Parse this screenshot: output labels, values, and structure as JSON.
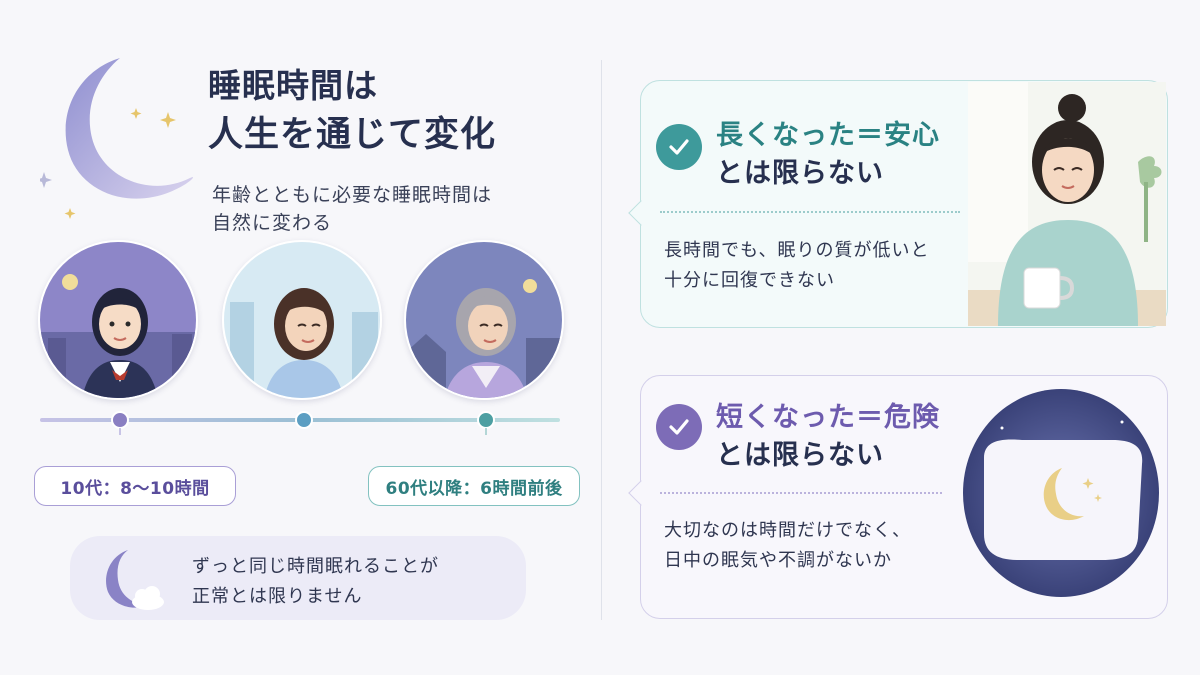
{
  "header": {
    "title_line1": "睡眠時間は",
    "title_line2": "人生を通じて変化",
    "subtitle_line1": "年齢とともに必要な睡眠時間は",
    "subtitle_line2": "自然に変わる"
  },
  "timeline": {
    "teen_label": "10代：8〜10時間",
    "senior_label": "60代以降：6時間前後"
  },
  "note": {
    "line1": "ずっと同じ時間眠れることが",
    "line2": "正常とは限りません"
  },
  "card_long": {
    "heading_line1": "長くなった＝安心",
    "heading_line2": "とは限らない",
    "body_line1": "長時間でも、眠りの質が低いと",
    "body_line2": "十分に回復できない",
    "accent": "#3e9a9b"
  },
  "card_short": {
    "heading_line1": "短くなった＝危険",
    "heading_line2": "とは限らない",
    "body_line1": "大切なのは時間だけでなく、",
    "body_line2": "日中の眠気や不調がないか",
    "accent": "#7d6cb7"
  },
  "icons": {
    "moon": "crescent-moon-icon",
    "check": "check-icon",
    "cloud": "cloud-icon"
  }
}
